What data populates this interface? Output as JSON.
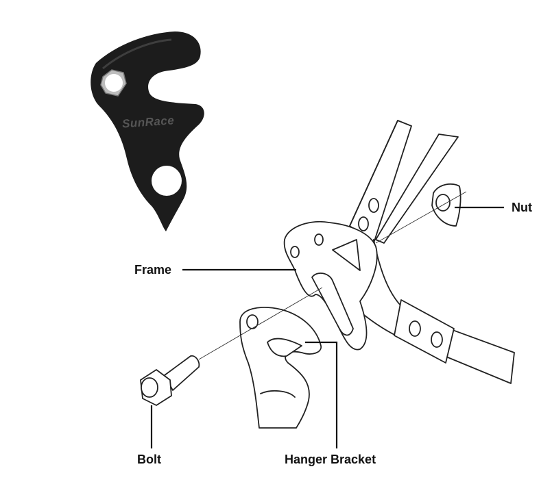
{
  "photo": {
    "logo_text": "SunRace",
    "color": "#1a1a1a"
  },
  "labels": {
    "nut": "Nut",
    "frame": "Frame",
    "bolt": "Bolt",
    "hanger_bracket": "Hanger Bracket"
  }
}
